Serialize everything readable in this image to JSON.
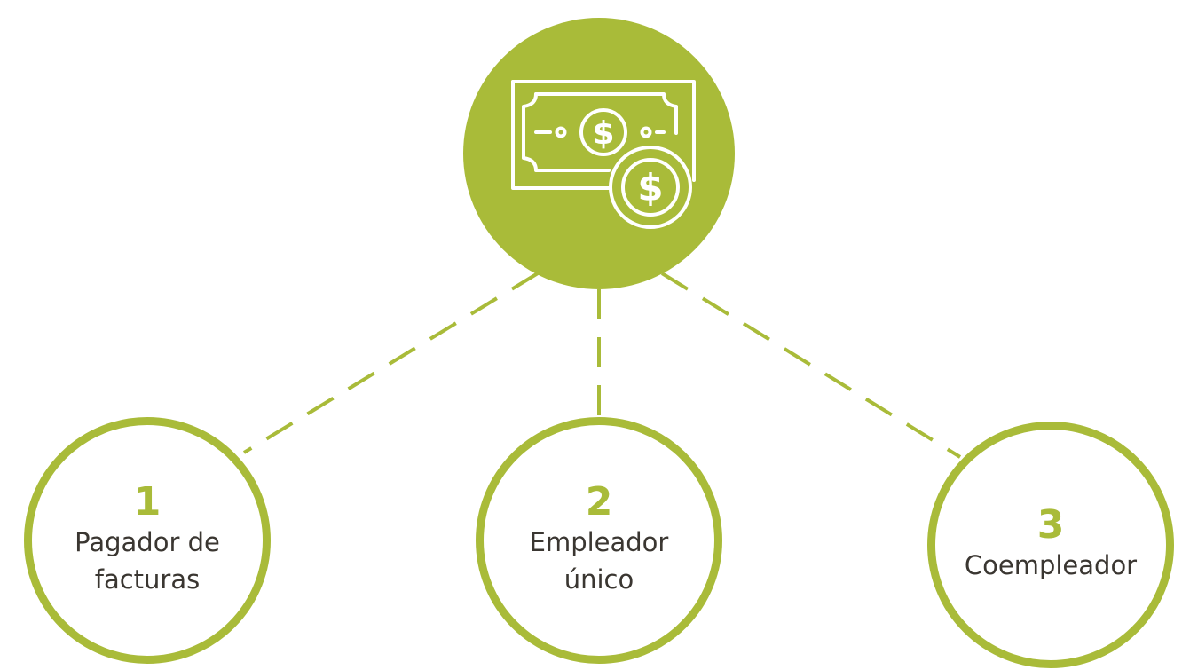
{
  "diagram": {
    "accent_color": "#a9bb39",
    "text_color": "#3a3631",
    "center": {
      "icon": "money-bill-and-dollar-coin-icon"
    },
    "nodes": [
      {
        "number": "1",
        "label": "Pagador de facturas"
      },
      {
        "number": "2",
        "label": "Empleador único"
      },
      {
        "number": "3",
        "label": "Coempleador"
      }
    ]
  }
}
